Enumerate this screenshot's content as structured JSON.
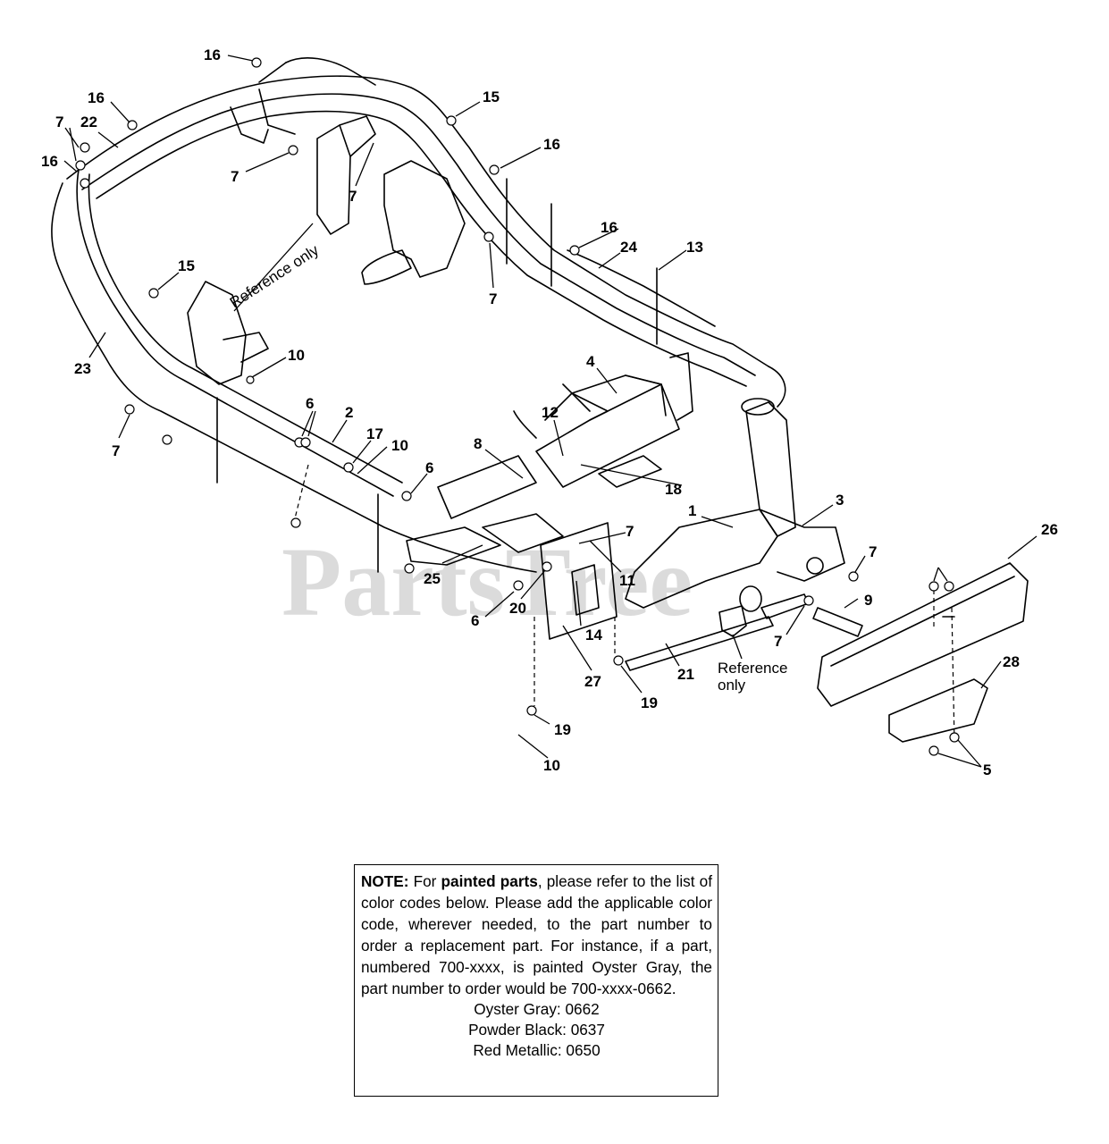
{
  "callouts": {
    "c_16a": "16",
    "c_16b": "16",
    "c_16c": "16",
    "c_16d": "16",
    "c_16e": "16",
    "c_15a": "15",
    "c_15b": "15",
    "c_7a": "7",
    "c_7b": "7",
    "c_7c": "7",
    "c_7d": "7",
    "c_7e": "7",
    "c_7f": "7",
    "c_7g": "7",
    "c_7h": "7",
    "c_22": "22",
    "c_24": "24",
    "c_13": "13",
    "c_23": "23",
    "c_10a": "10",
    "c_10b": "10",
    "c_10c": "10",
    "c_6a": "6",
    "c_6b": "6",
    "c_6c": "6",
    "c_2": "2",
    "c_17": "17",
    "c_4": "4",
    "c_12": "12",
    "c_8": "8",
    "c_18": "18",
    "c_3": "3",
    "c_1": "1",
    "c_26": "26",
    "c_9": "9",
    "c_25": "25",
    "c_11": "11",
    "c_20": "20",
    "c_14": "14",
    "c_27": "27",
    "c_21": "21",
    "c_19a": "19",
    "c_19b": "19",
    "c_28": "28",
    "c_5": "5"
  },
  "reference": {
    "ref_only_rotated": "Reference only",
    "ref_line1": "Reference",
    "ref_line2": "only"
  },
  "watermark": "PartsTree",
  "note": {
    "label": "NOTE:",
    "t1": "For",
    "painted": "painted parts",
    "t2": ", please refer to the list of color codes below. Please add the applicable color code, wherever needed, to the part number to order a replacement part. For instance, if a part, numbered 700-xxxx, is painted Oyster Gray,  the part number to order would be 700-xxxx-0662.",
    "codes": [
      "Oyster Gray:  0662",
      "Powder Black: 0637",
      "Red Metallic: 0650"
    ]
  }
}
